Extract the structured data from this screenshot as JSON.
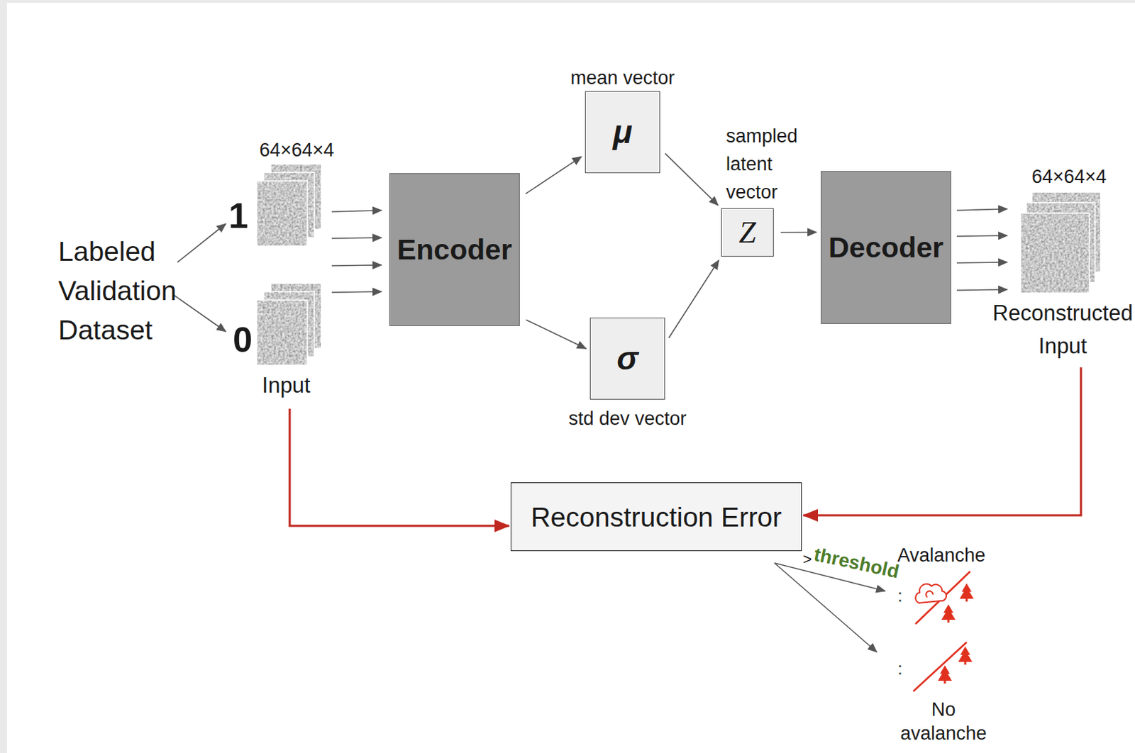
{
  "diagram": {
    "nodes": [
      {
        "text": [
          "Encoder"
        ]
      },
      {
        "text": [
          "mean vector",
          "μ"
        ]
      },
      {
        "text": [
          "σ",
          "std dev vector"
        ]
      },
      {
        "text": [
          "sampled latent vector",
          "Z"
        ]
      },
      {
        "text": [
          "Decoder"
        ]
      },
      {
        "text": [
          "Reconstruction Error"
        ]
      }
    ],
    "edges": [
      {
        "from": 0,
        "to": 1,
        "arrow": "to"
      },
      {
        "from": 0,
        "to": 2,
        "arrow": "to"
      },
      {
        "from": 1,
        "to": 3,
        "arrow": "to"
      },
      {
        "from": 2,
        "to": 3,
        "arrow": "to"
      },
      {
        "from": 3,
        "to": 4,
        "arrow": "to"
      }
    ],
    "labels": [
      "Labeled Validation Dataset",
      "64×64×4",
      "1",
      "0",
      "Input",
      "64×64×4",
      "Reconstructed Input",
      ">",
      "threshold",
      "Avalanche",
      ":",
      ":",
      "No avalanche"
    ]
  }
}
